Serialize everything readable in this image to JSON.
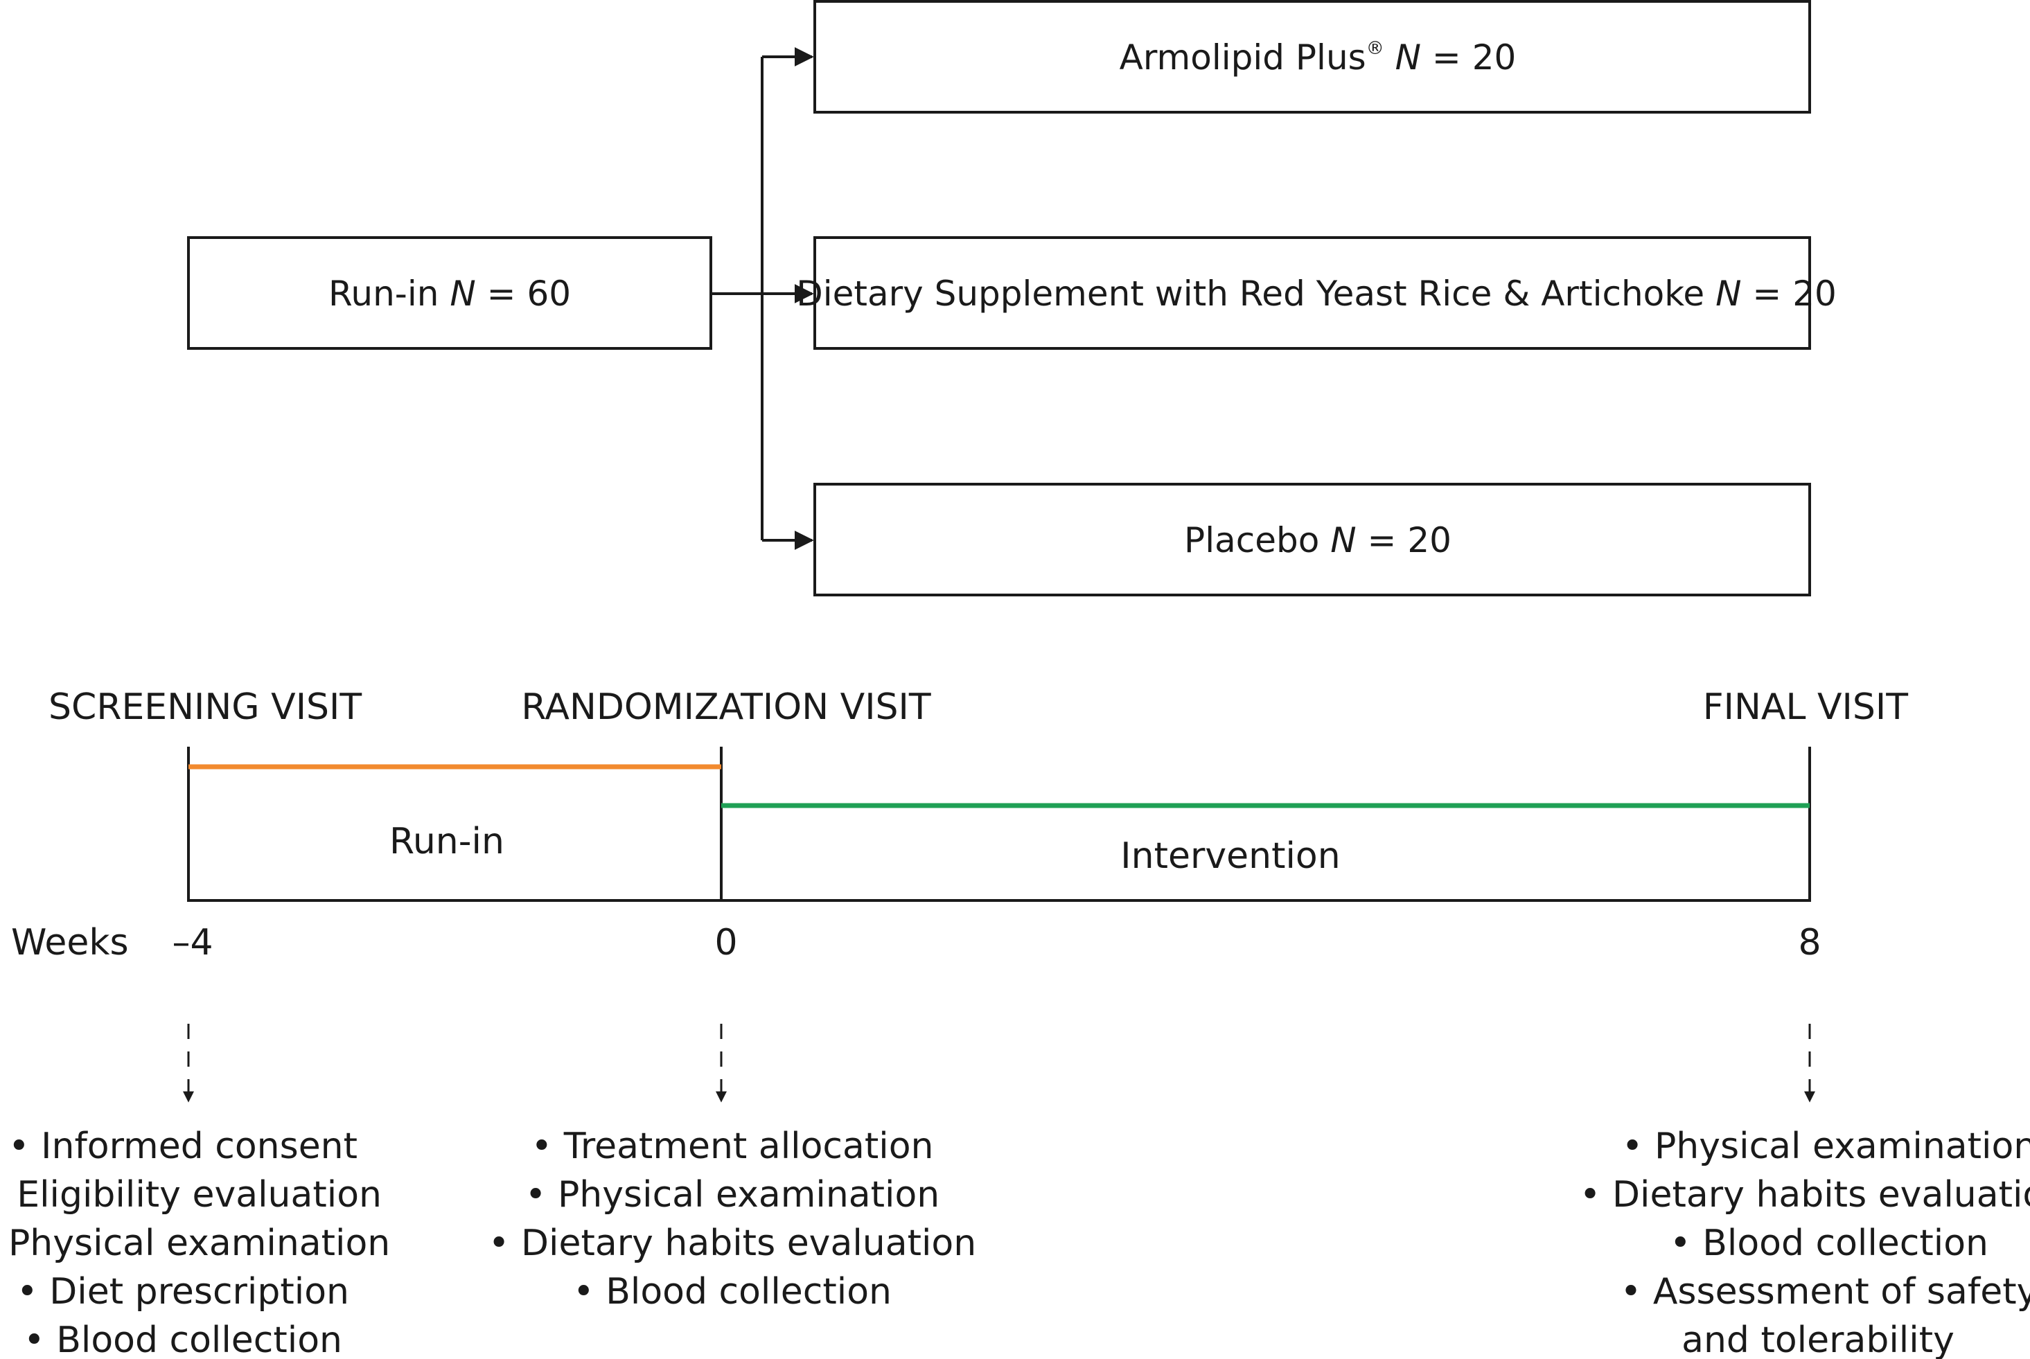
{
  "flow": {
    "source": {
      "label": "Run-in",
      "n": "60"
    },
    "arms": [
      {
        "label": "Armolipid Plus",
        "mark": "®",
        "n": "20"
      },
      {
        "label": "Dietary Supplement with Red Yeast Rice & Artichoke",
        "mark": "",
        "n": "20"
      },
      {
        "label": "Placebo",
        "mark": "",
        "n": "20"
      }
    ],
    "n_symbol": "N",
    "equals": " = "
  },
  "timeline": {
    "visits": [
      "SCREENING VISIT",
      "RANDOMIZATION VISIT",
      "FINAL VISIT"
    ],
    "phases": [
      {
        "label": "Run-in",
        "color": "#f28a2e"
      },
      {
        "label": "Intervention",
        "color": "#1fa055"
      }
    ],
    "weeks_label": "Weeks",
    "ticks": [
      "–4",
      "0",
      "8"
    ],
    "activities": [
      [
        "Informed consent",
        "Eligibility evaluation",
        "Physical examination",
        "Diet prescription",
        "Blood collection"
      ],
      [
        "Treatment allocation",
        "Physical examination",
        "Dietary habits evaluation",
        "Blood collection"
      ],
      [
        "Physical examination",
        "Dietary habits evaluation",
        "Blood collection",
        "Assessment of safety",
        "and tolerability"
      ]
    ],
    "bullet": "•"
  }
}
